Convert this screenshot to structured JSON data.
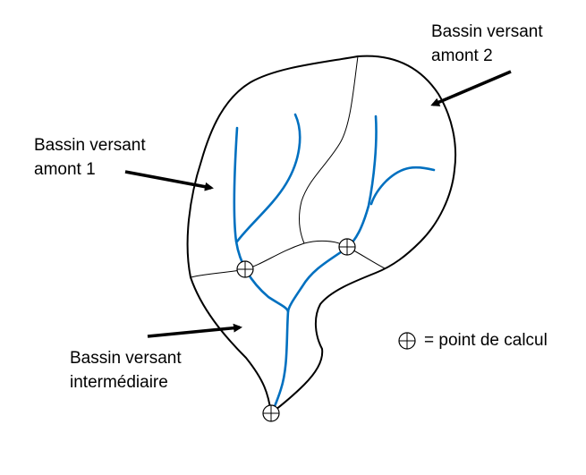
{
  "labels": {
    "amont2": [
      "Bassin versant",
      "amont 2"
    ],
    "amont1": [
      "Bassin versant",
      "amont 1"
    ],
    "intermediaire": [
      "Bassin versant",
      "intermédiaire"
    ]
  },
  "legend": {
    "text": "= point de calcul",
    "icon": "calculation-point-icon"
  },
  "colors": {
    "river": "#0070C0",
    "outline": "#000000"
  }
}
